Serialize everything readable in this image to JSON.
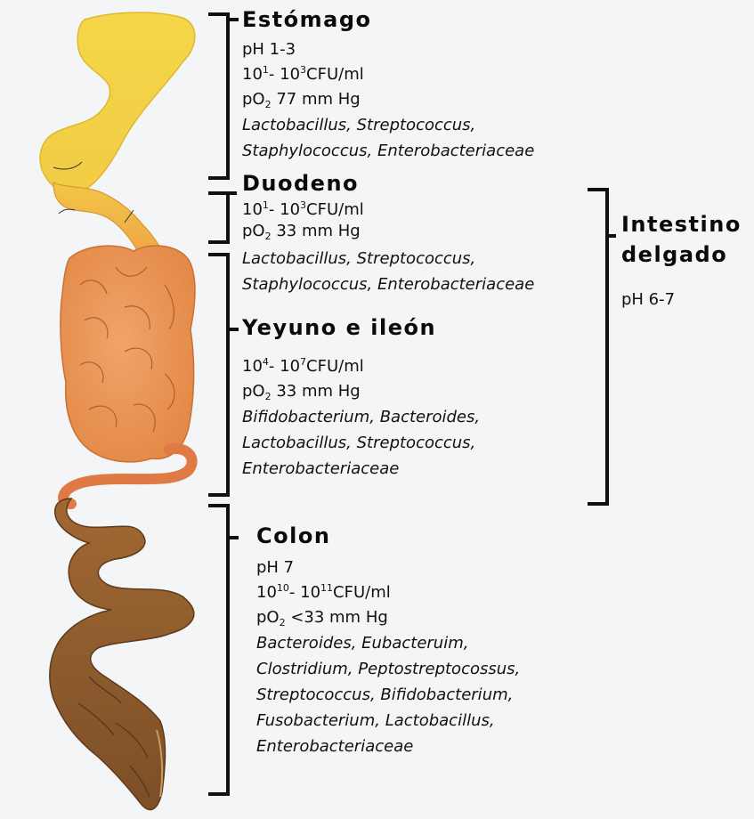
{
  "stomach": {
    "title": "Estómago",
    "ph": "pH 1-3",
    "cfu_a": "10",
    "cfu_a_exp": "1",
    "cfu_sep": "- 10",
    "cfu_b_exp": "3",
    "cfu_unit": "CFU/ml",
    "po2_a": "pO",
    "po2_sub": "2",
    "po2_b": " 77 mm Hg",
    "bacteria": [
      "Lactobacillus, Streptococcus,",
      "Staphylococcus, Enterobacteriaceae"
    ]
  },
  "duodenum": {
    "title": "Duodeno",
    "cfu_a": "10",
    "cfu_a_exp": "1",
    "cfu_sep": "- 10",
    "cfu_b_exp": "3",
    "cfu_unit": "CFU/ml",
    "po2_a": "pO",
    "po2_sub": "2",
    "po2_b": " 33 mm Hg",
    "bacteria": [
      "Lactobacillus, Streptococcus,",
      "Staphylococcus, Enterobacteriaceae"
    ]
  },
  "jejunum": {
    "title": "Yeyuno e ileón",
    "cfu_a": "10",
    "cfu_a_exp": "4",
    "cfu_sep": "- 10",
    "cfu_b_exp": "7",
    "cfu_unit": "CFU/ml",
    "po2_a": "pO",
    "po2_sub": "2",
    "po2_b": " 33 mm Hg",
    "bacteria": [
      "Bifidobacterium, Bacteroides,",
      "Lactobacillus, Streptococcus,",
      "Enterobacteriaceae"
    ]
  },
  "small_intestine": {
    "title_line1": "Intestino",
    "title_line2": "delgado",
    "ph": "pH 6-7"
  },
  "colon": {
    "title": "Colon",
    "ph": "pH 7",
    "cfu_a": "10",
    "cfu_a_exp": "10",
    "cfu_sep": "- 10",
    "cfu_b_exp": "11",
    "cfu_unit": "CFU/ml",
    "po2_a": "pO",
    "po2_sub": "2",
    "po2_b": " <33 mm Hg",
    "bacteria": [
      "Bacteroides, Eubacteruim,",
      "Clostridium, Peptostreptocossus,",
      "Streptococcus, Bifidobacterium,",
      "Fusobacterium, Lactobacillus,",
      "Enterobacteriaceae"
    ]
  },
  "colors": {
    "stomach": "#f3d24a",
    "duodenum": "#f0b545",
    "small_intestine": "#eb9a5a",
    "colon": "#8a5a2e",
    "bracket": "#111111"
  }
}
